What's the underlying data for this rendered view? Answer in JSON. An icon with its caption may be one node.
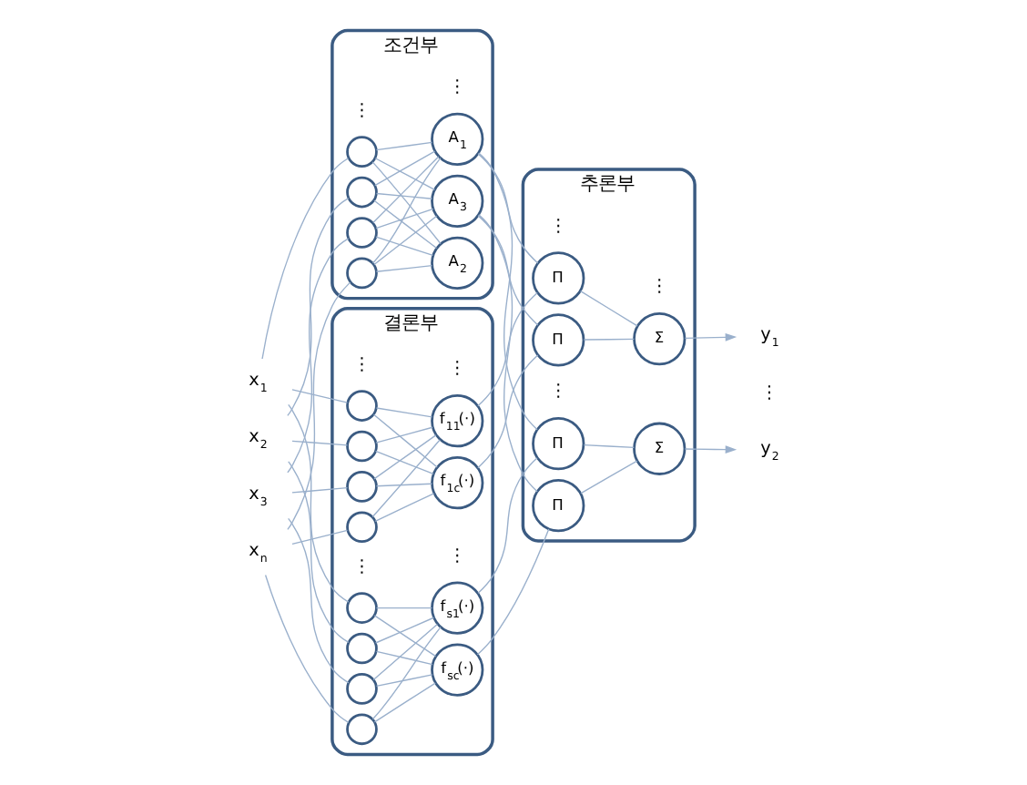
{
  "diagram": {
    "nodes": [
      {
        "text": [
          "x$_{1}$"
        ]
      },
      {
        "text": [
          "x$_{2}$"
        ]
      },
      {
        "text": [
          "x$_{3}$"
        ]
      },
      {
        "text": [
          "x$_{n}$"
        ]
      },
      {
        "text": [
          "조건부"
        ]
      },
      {
        "text": [],
        "shape": "circle",
        "in": 4
      },
      {
        "text": [],
        "shape": "circle",
        "in": 4
      },
      {
        "text": [],
        "shape": "circle",
        "in": 4
      },
      {
        "text": [],
        "shape": "circle",
        "in": 4
      },
      {
        "text": [
          "A$_{1}$"
        ],
        "in": 4
      },
      {
        "text": [
          "A$_{2}$"
        ],
        "in": 4
      },
      {
        "text": [
          "A$_{3}$"
        ],
        "in": 4
      },
      {
        "text": [
          "결론부"
        ]
      },
      {
        "text": [],
        "shape": "circle",
        "in": 12
      },
      {
        "text": [],
        "shape": "circle",
        "in": 12
      },
      {
        "text": [],
        "shape": "circle",
        "in": 12
      },
      {
        "text": [],
        "shape": "circle",
        "in": 12
      },
      {
        "text": [
          "f$_{11}$(·)"
        ],
        "in": 12
      },
      {
        "text": [
          "f$_{1c}$(·)"
        ],
        "in": 12
      },
      {
        "text": [],
        "shape": "circle",
        "in": 12
      },
      {
        "text": [],
        "shape": "circle",
        "in": 12
      },
      {
        "text": [],
        "shape": "circle",
        "in": 12
      },
      {
        "text": [],
        "shape": "circle",
        "in": 12
      },
      {
        "text": [
          "f$_{s1}$(·)"
        ],
        "in": 12
      },
      {
        "text": [
          "f$_{sc}$(·)"
        ],
        "in": 12
      },
      {
        "text": [
          "추론부"
        ]
      },
      {
        "text": [
          "Π"
        ],
        "in": 25
      },
      {
        "text": [
          "Π"
        ],
        "in": 25
      },
      {
        "text": [
          "Π"
        ],
        "in": 25
      },
      {
        "text": [
          "Π"
        ],
        "in": 25
      },
      {
        "text": [
          "Σ"
        ],
        "in": 25
      },
      {
        "text": [
          "Σ"
        ],
        "in": 25
      },
      {
        "text": [
          "y$_{1}$"
        ]
      },
      {
        "text": [
          "y$_{2}$"
        ]
      }
    ],
    "edges": [
      {
        "from": 0,
        "to": 5,
        "arrow": "none"
      },
      {
        "from": 0,
        "to": 13,
        "arrow": "none"
      },
      {
        "from": 0,
        "to": 19,
        "arrow": "none"
      },
      {
        "from": 1,
        "to": 6,
        "arrow": "none"
      },
      {
        "from": 1,
        "to": 14,
        "arrow": "none"
      },
      {
        "from": 1,
        "to": 20,
        "arrow": "none"
      },
      {
        "from": 2,
        "to": 7,
        "arrow": "none"
      },
      {
        "from": 2,
        "to": 15,
        "arrow": "none"
      },
      {
        "from": 2,
        "to": 21,
        "arrow": "none"
      },
      {
        "from": 3,
        "to": 8,
        "arrow": "none"
      },
      {
        "from": 3,
        "to": 16,
        "arrow": "none"
      },
      {
        "from": 3,
        "to": 22,
        "arrow": "none"
      },
      {
        "from": 5,
        "to": 9,
        "arrow": "none"
      },
      {
        "from": 5,
        "to": 10,
        "arrow": "none"
      },
      {
        "from": 5,
        "to": 11,
        "arrow": "none"
      },
      {
        "from": 6,
        "to": 9,
        "arrow": "none"
      },
      {
        "from": 6,
        "to": 10,
        "arrow": "none"
      },
      {
        "from": 6,
        "to": 11,
        "arrow": "none"
      },
      {
        "from": 7,
        "to": 9,
        "arrow": "none"
      },
      {
        "from": 7,
        "to": 10,
        "arrow": "none"
      },
      {
        "from": 7,
        "to": 11,
        "arrow": "none"
      },
      {
        "from": 8,
        "to": 9,
        "arrow": "none"
      },
      {
        "from": 8,
        "to": 10,
        "arrow": "none"
      },
      {
        "from": 8,
        "to": 11,
        "arrow": "none"
      },
      {
        "from": 13,
        "to": 17,
        "arrow": "none"
      },
      {
        "from": 13,
        "to": 18,
        "arrow": "none"
      },
      {
        "from": 14,
        "to": 17,
        "arrow": "none"
      },
      {
        "from": 14,
        "to": 18,
        "arrow": "none"
      },
      {
        "from": 15,
        "to": 17,
        "arrow": "none"
      },
      {
        "from": 15,
        "to": 18,
        "arrow": "none"
      },
      {
        "from": 16,
        "to": 17,
        "arrow": "none"
      },
      {
        "from": 16,
        "to": 18,
        "arrow": "none"
      },
      {
        "from": 19,
        "to": 23,
        "arrow": "none"
      },
      {
        "from": 19,
        "to": 24,
        "arrow": "none"
      },
      {
        "from": 20,
        "to": 23,
        "arrow": "none"
      },
      {
        "from": 20,
        "to": 24,
        "arrow": "none"
      },
      {
        "from": 21,
        "to": 23,
        "arrow": "none"
      },
      {
        "from": 21,
        "to": 24,
        "arrow": "none"
      },
      {
        "from": 22,
        "to": 23,
        "arrow": "none"
      },
      {
        "from": 22,
        "to": 24,
        "arrow": "none"
      },
      {
        "from": 9,
        "to": 26,
        "arrow": "none"
      },
      {
        "from": 9,
        "to": 28,
        "arrow": "none"
      },
      {
        "from": 11,
        "to": 27,
        "arrow": "none"
      },
      {
        "from": 11,
        "to": 29,
        "arrow": "none"
      },
      {
        "from": 17,
        "to": 26,
        "arrow": "none"
      },
      {
        "from": 18,
        "to": 27,
        "arrow": "none"
      },
      {
        "from": 23,
        "to": 28,
        "arrow": "none"
      },
      {
        "from": 24,
        "to": 29,
        "arrow": "none"
      },
      {
        "from": 26,
        "to": 30,
        "arrow": "none"
      },
      {
        "from": 27,
        "to": 30,
        "arrow": "none"
      },
      {
        "from": 28,
        "to": 31,
        "arrow": "none"
      },
      {
        "from": 29,
        "to": 31,
        "arrow": "none"
      },
      {
        "from": 30,
        "to": 32,
        "arrow": "to"
      },
      {
        "from": 31,
        "to": 33,
        "arrow": "to"
      }
    ],
    "labels": [
      "⋮",
      "⋮",
      "⋮",
      "⋮",
      "⋮",
      "⋮",
      "⋮",
      "⋮",
      "⋮",
      "⋮"
    ]
  }
}
